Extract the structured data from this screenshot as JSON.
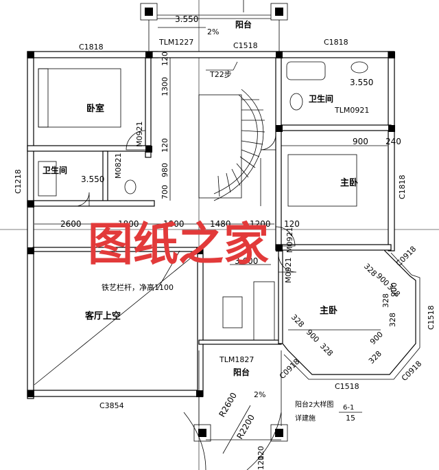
{
  "rooms": {
    "bedroom": "卧室",
    "bathroom_left": "卫生间",
    "bathroom_right": "卫生间",
    "master_bedroom_upper": "主卧",
    "master_bedroom_lower": "主卧",
    "living_room_void": "客厅上空",
    "balcony_top": "阳台",
    "balcony_bottom": "阳台"
  },
  "watermark": "图纸之家",
  "annotations": {
    "stairs": "T22步",
    "railing": "铁艺栏杆，净高1100",
    "slope_top": "2%",
    "slope_bottom": "2%",
    "detail_ref": "阳台2大样图",
    "detail_sheet": "详建施",
    "detail_num_top": "6-1",
    "detail_num_bottom": "15"
  },
  "openings": {
    "c1818_left": "C1818",
    "c1518_top": "C1518",
    "c1818_right": "C1818",
    "c1218": "C1218",
    "c1818_side": "C1818",
    "c1518_side": "C1518",
    "c3854": "C3854",
    "c1518_bottom": "C1518",
    "c0918_a": "C0918",
    "c0918_b": "C0918",
    "c0918_c": "C0918",
    "tlm1227": "TLM1227",
    "tlm0921": "TLM0921",
    "tlm1827": "TLM1827",
    "m0921_a": "M0921",
    "m0921_b": "M0921",
    "m0921_c": "M0921",
    "m0821": "M0821"
  },
  "dimensions": {
    "d3550_top": "3.550",
    "d3550_right": "3.550",
    "d3550_left": "3.550",
    "d3600": "3.600",
    "d1300": "1300",
    "d120_a": "120",
    "d120_b": "120",
    "d980": "980",
    "d700": "700",
    "d2600": "2600",
    "d1800_a": "1800",
    "d1800_b": "1800",
    "d1480": "1480",
    "d1200": "1200",
    "d120_c": "120",
    "d900_top": "900",
    "d240": "240",
    "d328_1": "328",
    "d900_1": "900",
    "d328_2": "328",
    "d328_3": "328",
    "d900_2": "900",
    "d328_4": "328",
    "d328_5": "328",
    "d900_3": "900",
    "d328_6": "328",
    "d900_4": "900",
    "d328_7": "328",
    "r2600": "R2600",
    "r2200": "R2200",
    "d120_d": "120",
    "d120_e": "120"
  }
}
